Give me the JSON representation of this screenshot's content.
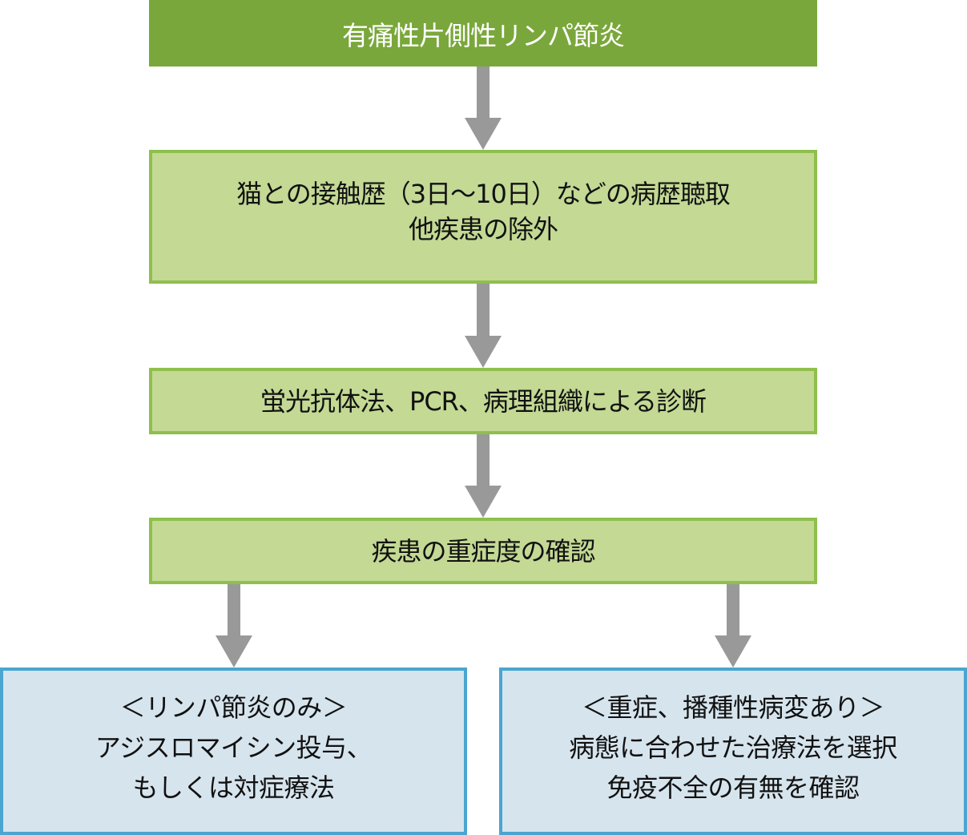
{
  "flowchart": {
    "title": "有痛性片側性リンパ節炎",
    "steps": [
      {
        "lines": [
          "猫との接触歴（3日～10日）などの病歴聴取",
          "他疾患の除外"
        ]
      },
      {
        "lines": [
          "蛍光抗体法、PCR、病理組織による診断"
        ]
      },
      {
        "lines": [
          "疾患の重症度の確認"
        ]
      }
    ],
    "branches": [
      {
        "lines": [
          "＜リンパ節炎のみ＞",
          "アジスロマイシン投与、",
          "もしくは対症療法"
        ]
      },
      {
        "lines": [
          "＜重症、播種性病変あり＞",
          "病態に合わせた治療法を選択",
          "免疫不全の有無を確認"
        ]
      }
    ],
    "colors": {
      "title_fill": "#7aa73b",
      "step_fill": "#c3d994",
      "step_border": "#8fbf4d",
      "branch_fill": "#d6e4ed",
      "branch_border": "#4aa5cf",
      "arrow": "#999999"
    }
  }
}
